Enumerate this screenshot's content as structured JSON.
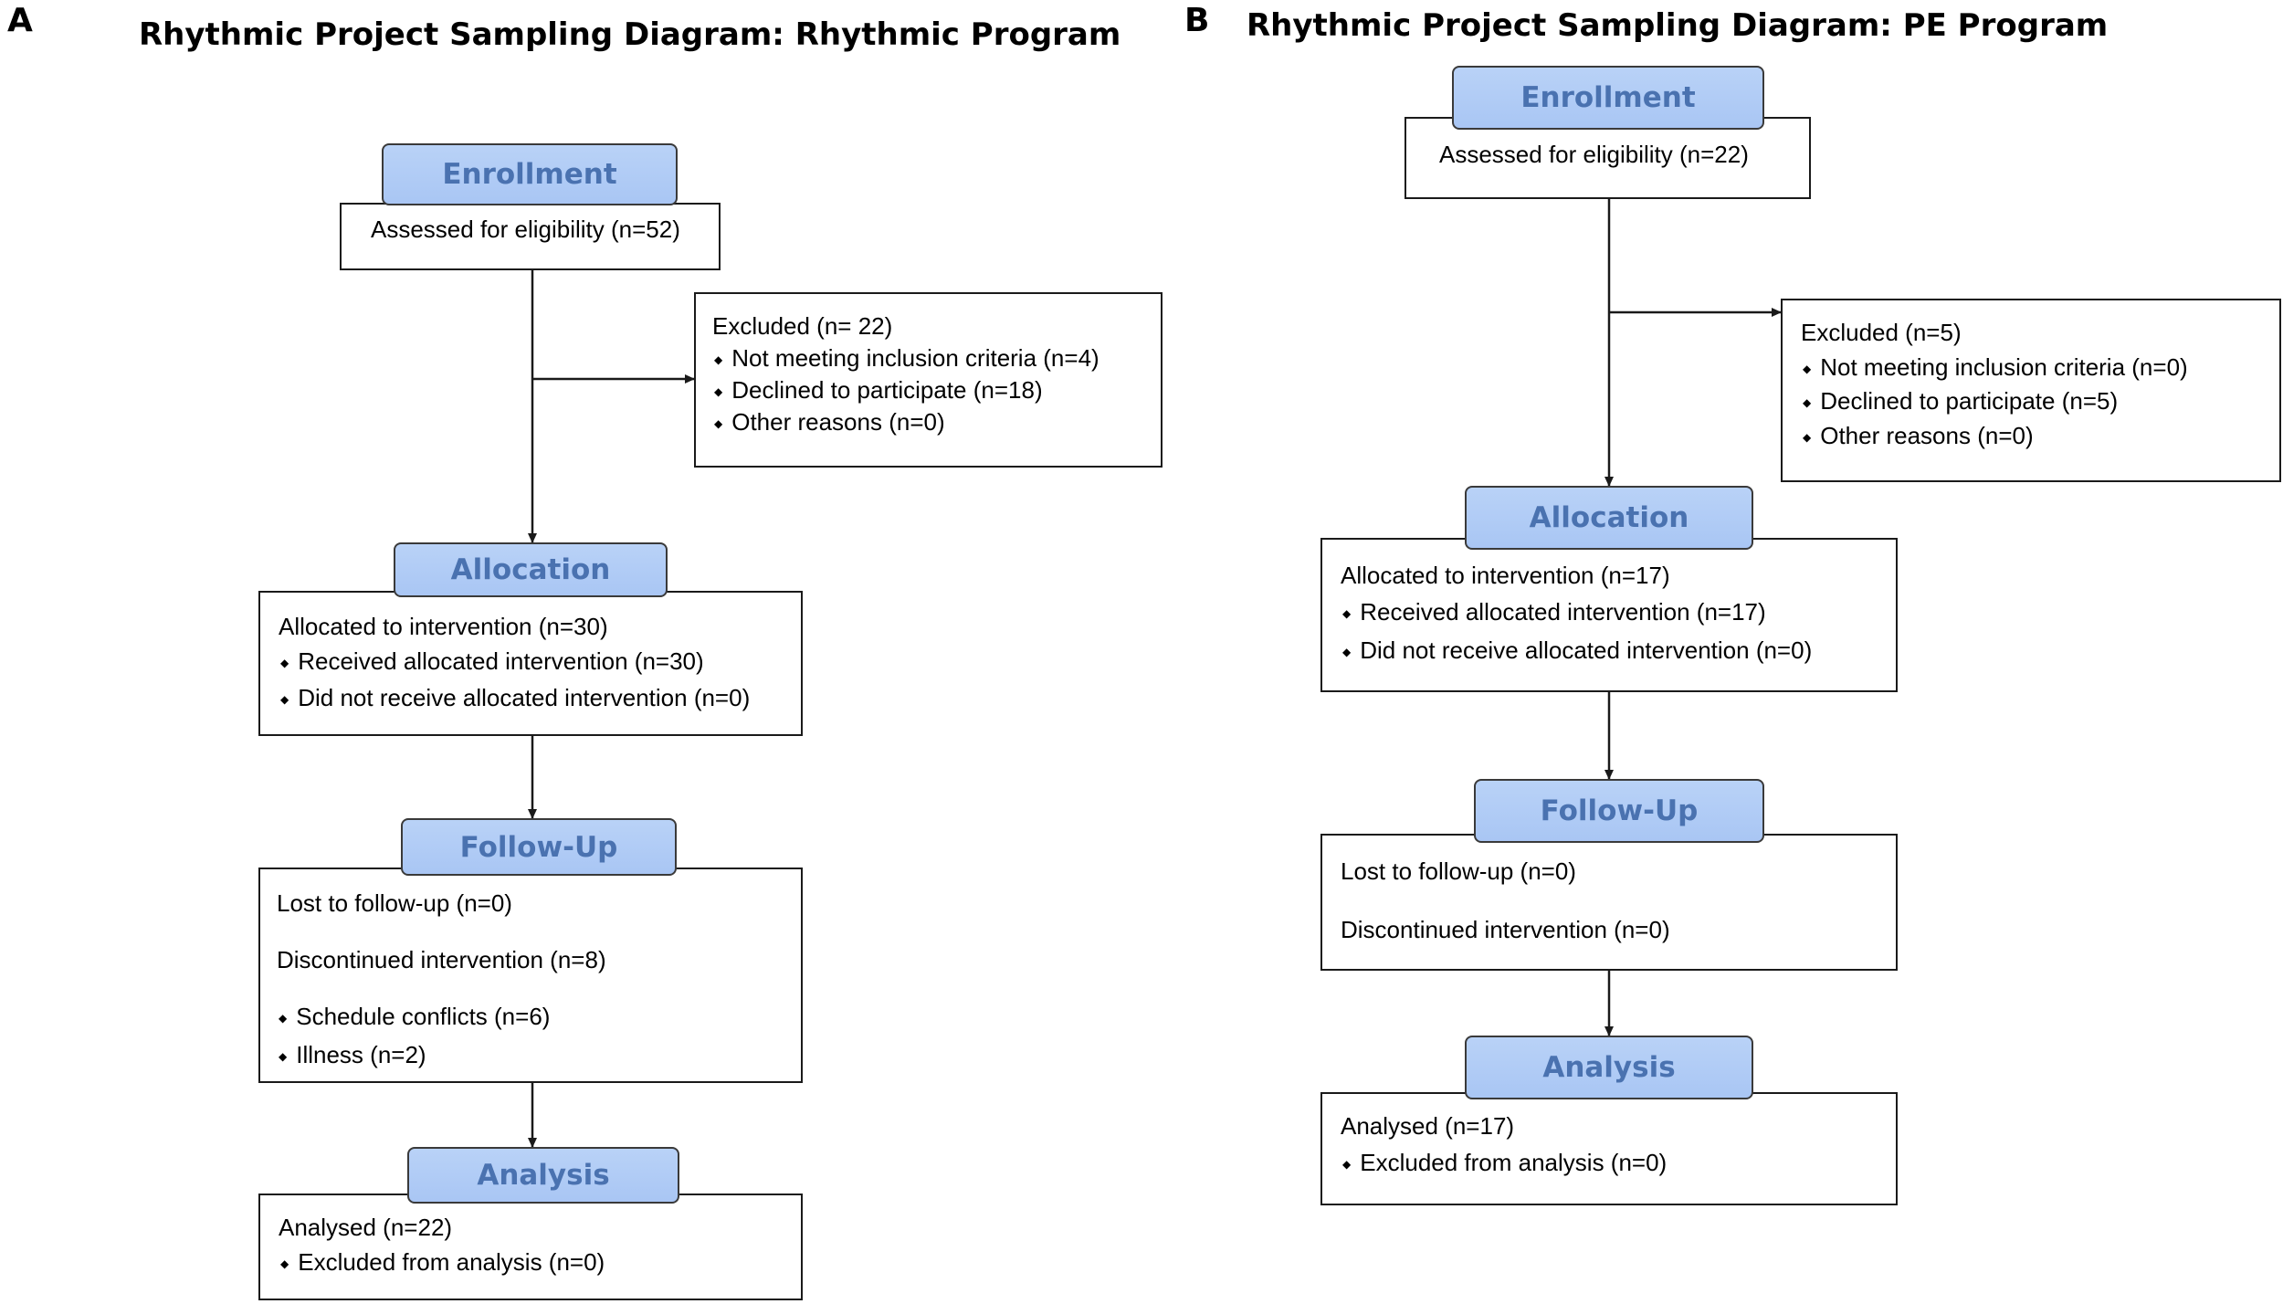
{
  "panel_a": {
    "letter": "A",
    "title": "Rhythmic Project Sampling Diagram: Rhythmic Program",
    "enrollment": {
      "label": "Enrollment",
      "text": "Assessed for eligibility (n=52)"
    },
    "excluded": {
      "title": "Excluded (n= 22)",
      "items": [
        "Not meeting inclusion criteria (n=4)",
        "Declined to participate (n=18)",
        "Other reasons (n=0)"
      ]
    },
    "allocation": {
      "label": "Allocation",
      "title": "Allocated to intervention (n=30)",
      "items": [
        "Received allocated intervention (n=30)",
        "Did not receive allocated intervention (n=0)"
      ]
    },
    "followup": {
      "label": "Follow-Up",
      "lost": "Lost to follow-up (n=0)",
      "discontinued": "Discontinued intervention (n=8)",
      "items": [
        "Schedule conflicts (n=6)",
        "Illness (n=2)"
      ]
    },
    "analysis": {
      "label": "Analysis",
      "title": "Analysed (n=22)",
      "items": [
        "Excluded from analysis (n=0)"
      ]
    }
  },
  "panel_b": {
    "letter": "B",
    "title": "Rhythmic Project Sampling Diagram: PE Program",
    "enrollment": {
      "label": "Enrollment",
      "text": "Assessed for eligibility (n=22)"
    },
    "excluded": {
      "title": "Excluded (n=5)",
      "items": [
        "Not meeting inclusion criteria (n=0)",
        "Declined to participate (n=5)",
        "Other reasons (n=0)"
      ]
    },
    "allocation": {
      "label": "Allocation",
      "title": "Allocated to intervention (n=17)",
      "items": [
        "Received allocated intervention (n=17)",
        "Did not receive allocated intervention (n=0)"
      ]
    },
    "followup": {
      "label": "Follow-Up",
      "lost": "Lost to follow-up (n=0)",
      "discontinued": "Discontinued intervention (n=0)"
    },
    "analysis": {
      "label": "Analysis",
      "title": "Analysed (n=17)",
      "items": [
        "Excluded from analysis (n=0)"
      ]
    }
  },
  "colors": {
    "stage_fill": "#a9c6f4",
    "stage_text": "#4a72b0",
    "line": "#1a1a1a"
  }
}
